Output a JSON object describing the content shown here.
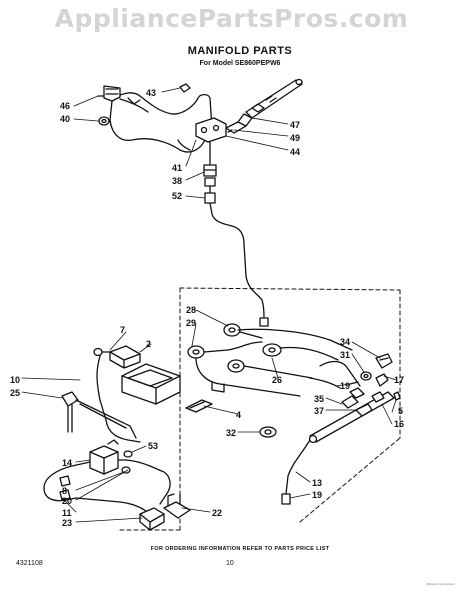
{
  "watermark": "AppliancePartsPros.com",
  "title": "MANIFOLD PARTS",
  "subtitle": "For Model SE860PEPW6",
  "footer_note": "FOR ORDERING INFORMATION REFER TO PARTS PRICE LIST",
  "doc_number": "4321108",
  "page_number": "10",
  "copyright": "Whirlpool Corporation",
  "callouts": {
    "c46": "46",
    "c40": "40",
    "c43": "43",
    "c47": "47",
    "c49": "49",
    "c44": "44",
    "c41": "41",
    "c38": "38",
    "c52": "52",
    "c7": "7",
    "c2": "2",
    "c28": "28",
    "c29": "29",
    "c26": "26",
    "c34": "34",
    "c31": "31",
    "c10": "10",
    "c25": "25",
    "c19a": "19",
    "c17": "17",
    "c35": "35",
    "c37": "37",
    "c5": "5",
    "c4": "4",
    "c32": "32",
    "c16": "16",
    "c53": "53",
    "c14": "14",
    "c8": "8",
    "c20": "20",
    "c11": "11",
    "c23": "23",
    "c22": "22",
    "c13": "13",
    "c19b": "19"
  }
}
